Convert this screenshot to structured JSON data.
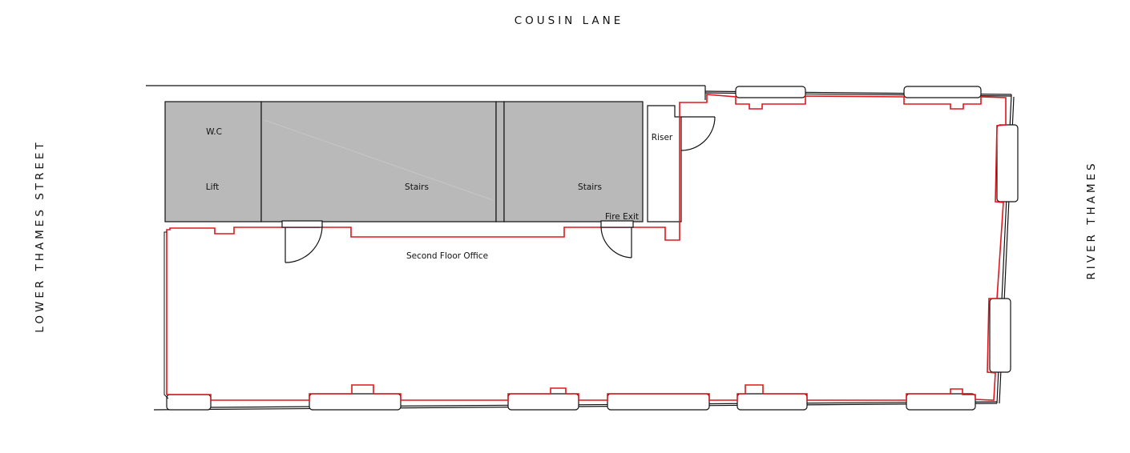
{
  "streets": {
    "north": "COUSIN LANE",
    "west": "LOWER THAMES STREET",
    "east": "RIVER THAMES"
  },
  "rooms": {
    "wc": "W.C",
    "lift": "Lift",
    "stairs_main": "Stairs",
    "stairs_secondary": "Stairs",
    "riser": "Riser",
    "fire_exit": "Fire Exit",
    "office": "Second Floor Office"
  },
  "colors": {
    "core_fill": "#b9b9b9",
    "boundary_red": "#e0161b",
    "wall": "#111111",
    "background": "#ffffff"
  }
}
